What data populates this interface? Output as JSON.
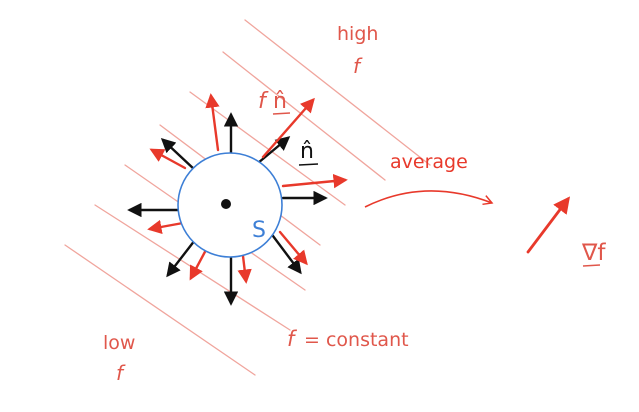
{
  "labels": {
    "high_line1": "high",
    "high_line2": "f",
    "low_line1": "low",
    "low_line2": "f",
    "f_n_hat_f": "f",
    "f_n_hat_n": "n̂",
    "n_hat": "n̂",
    "surface": "S",
    "average": "average",
    "nabla_f": "∇f",
    "isoline_f": "f",
    "isoline_eq": "= constant"
  },
  "colors": {
    "red": "#e8392b",
    "label_red": "#e0574b",
    "isoline": "#f0a59d",
    "black": "#111111",
    "circle": "#3d7fd6",
    "blue_label": "#3d7fd6"
  },
  "icons": {
    "center_point": "dot",
    "arrows": "arrowheads"
  }
}
